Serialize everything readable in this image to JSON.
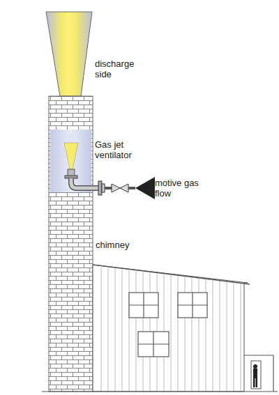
{
  "diagram": {
    "labels": [
      "discharge side",
      "Gas jet ventilator",
      "motive gas flow",
      "chimney"
    ]
  }
}
